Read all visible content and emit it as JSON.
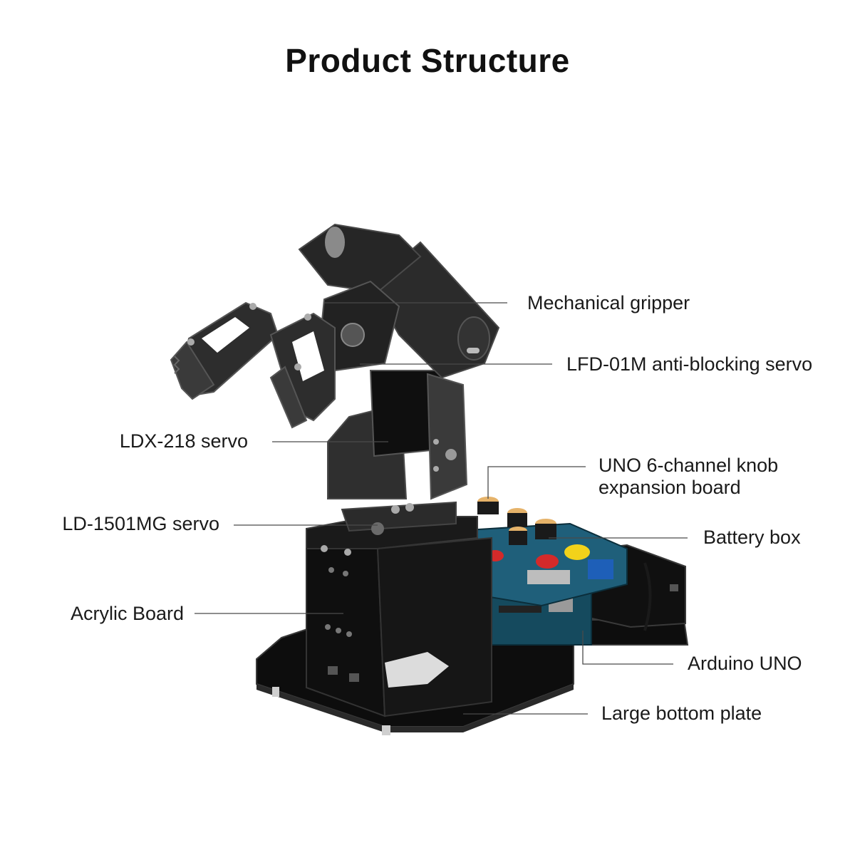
{
  "title": "Product Structure",
  "colors": {
    "background": "#ffffff",
    "text": "#1a1a1a",
    "leader_line": "#4a4a4a",
    "metal": "#2b2b2b",
    "acrylic": "#111111",
    "pcb": "#1f5f7a",
    "knob_red": "#d42a2a",
    "knob_yellow": "#f2d21a",
    "terminal_blue": "#1e5fb8"
  },
  "labels": {
    "mechanical_gripper": "Mechanical gripper",
    "lfd_servo": "LFD-01M anti-blocking servo",
    "ldx_servo": "LDX-218 servo",
    "uno_expansion": "UNO 6-channel  knob\nexpansion board",
    "ld_servo": "LD-1501MG servo",
    "battery_box": "Battery box",
    "acrylic_board": "Acrylic Board",
    "arduino_uno": "Arduino UNO",
    "bottom_plate": "Large bottom plate"
  }
}
